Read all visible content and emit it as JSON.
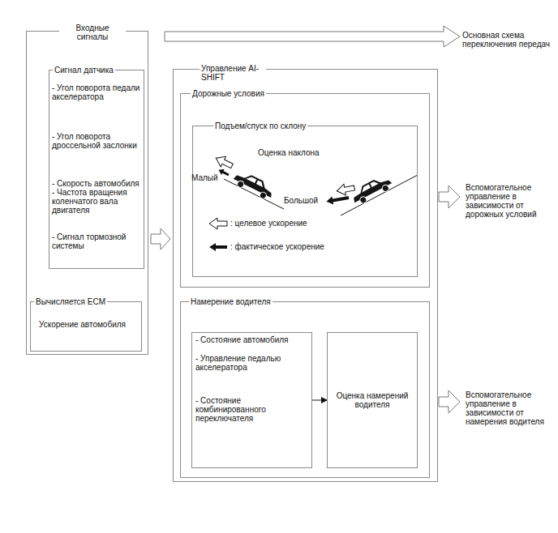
{
  "diagram": {
    "nodes": [
      {
        "text": [
          "Входные сигналы"
        ]
      },
      {
        "text": [
          "Сигнал датчика",
          "- Угол поворота педали акселератора",
          "- Угол поворота дроссельной заслонки",
          "- Скорость автомобиля",
          "- Частота вращения коленчатого вала двигателя",
          "- Сигнал тормозной системы"
        ],
        "in": 0
      },
      {
        "text": [
          "Вычисляется ECM",
          "Ускорение автомобиля"
        ],
        "in": 0
      },
      {
        "text": [
          "Управление AI-SHIFT"
        ]
      },
      {
        "text": [
          "Дорожные условия"
        ],
        "in": 3
      },
      {
        "text": [
          "Подъем/спуск по склону"
        ],
        "in": 4
      },
      {
        "text": [
          "Намерение водителя"
        ],
        "in": 3
      },
      {
        "text": [
          "- Состояние автомобиля",
          "- Управление педалью акселератора",
          "- Состояние комбинированного переключателя"
        ],
        "in": 6
      },
      {
        "text": [
          "Оценка намерений водителя"
        ],
        "in": 6
      }
    ],
    "edges": [
      {
        "from": 7,
        "to": 8,
        "arrow": "to"
      }
    ],
    "labels": [
      "Основная схема переключения передач",
      "Вспомогательное управление в зависимости от дорожных условий",
      "Вспомогательное управление в зависимости от намерения водителя",
      "Оценка наклона",
      "Малый",
      "Большой"
    ],
    "legend": [
      {
        "text": ": целевое ускорение"
      },
      {
        "text": ": фактическое ускорение"
      }
    ]
  }
}
